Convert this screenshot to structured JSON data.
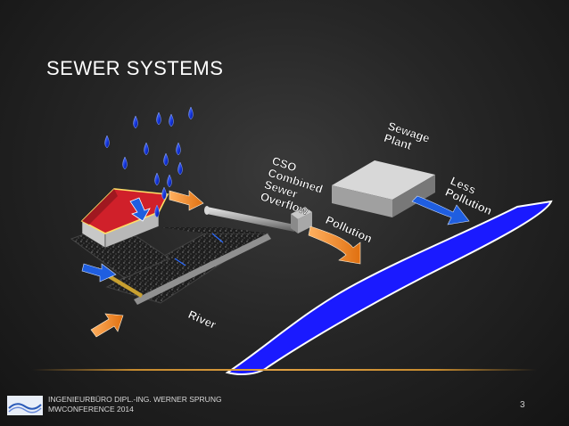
{
  "slide": {
    "title": "SEWER SYSTEMS",
    "page_number": "3"
  },
  "footer": {
    "line1": "INGENIEURBÜRO DIPL.-ING. WERNER SPRUNG",
    "line2": "MWCONFERENCE 2014"
  },
  "diagram": {
    "labels": {
      "sewage_plant": [
        "Sewage",
        "Plant"
      ],
      "cso": [
        "CSO",
        "Combined",
        "Sewer",
        "Overflow"
      ],
      "pollution": "Pollution",
      "less_pollution": [
        "Less",
        "Pollution"
      ],
      "river": "River"
    }
  },
  "colors": {
    "river": "#1a1aff",
    "arrow_orange": "#f08a2a",
    "arrow_blue": "#1f5ee0",
    "roof": "#d0202a",
    "raindrop": "#1030d8",
    "accent_line": "#d6982e"
  }
}
